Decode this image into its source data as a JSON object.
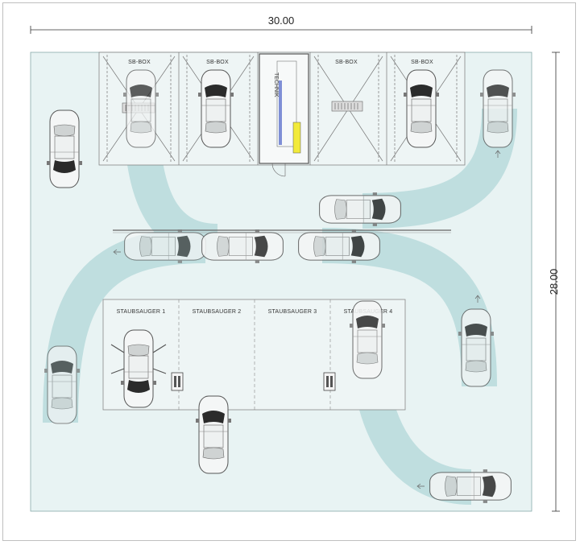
{
  "dimensions": {
    "width_label": "30.00",
    "height_label": "28.00"
  },
  "boxes": [
    "SB-BOX",
    "SB-BOX",
    "SB-BOX",
    "SB-BOX"
  ],
  "technik_label": "TECHNIK",
  "vacuum_stations": [
    "STAUBSAUGER 1",
    "STAUBSAUGER 2",
    "STAUBSAUGER 3",
    "STAUBSAUGER 4"
  ],
  "colors": {
    "lot": "#e8f3f3",
    "path": "#bfdedf",
    "lines": "#8a8a8a",
    "technik_accent": "#f2ea3a",
    "technik_blue": "#7f8fd6"
  }
}
